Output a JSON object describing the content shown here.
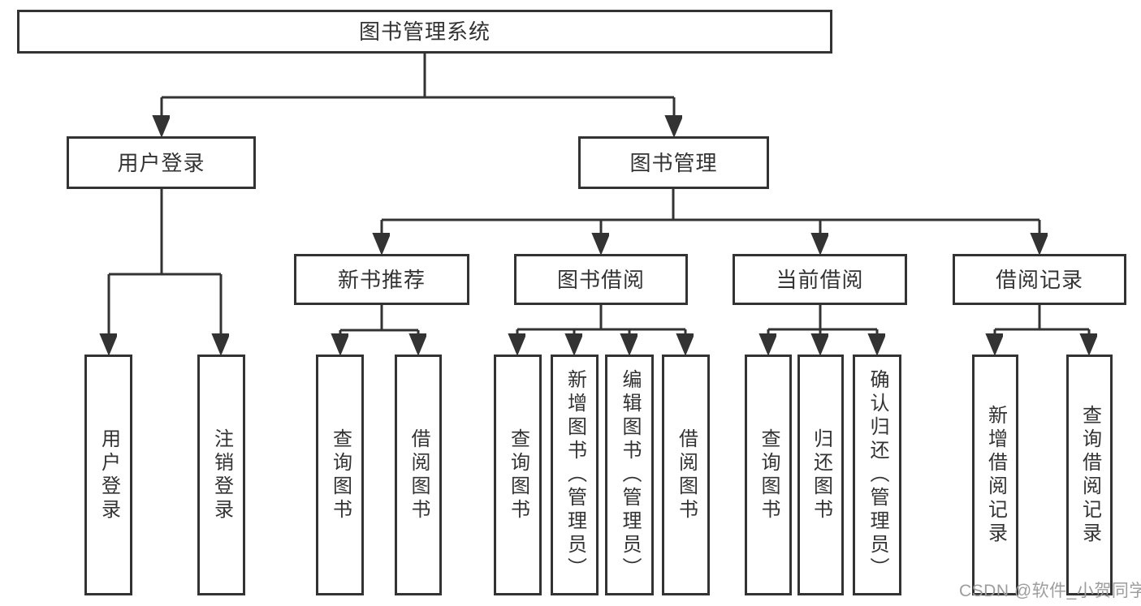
{
  "diagram": {
    "title": "图书管理系统",
    "branches": [
      {
        "label": "用户登录",
        "children": [
          "用户登录",
          "注销登录"
        ]
      },
      {
        "label": "图书管理",
        "sections": [
          {
            "label": "新书推荐",
            "children": [
              "查询图书",
              "借阅图书"
            ]
          },
          {
            "label": "图书借阅",
            "children": [
              "查询图书",
              "新增图书（管理员）",
              "编辑图书（管理员）",
              "借阅图书"
            ]
          },
          {
            "label": "当前借阅",
            "children": [
              "查询图书",
              "归还图书",
              "确认归还（管理员）"
            ]
          },
          {
            "label": "借阅记录",
            "children": [
              "新增借阅记录",
              "查询借阅记录"
            ]
          }
        ]
      }
    ]
  },
  "watermark": {
    "text": "CSDN @软件_小贺同学"
  },
  "colors": {
    "box_border": "#333333",
    "connector_line": "#333333",
    "text": "#333333",
    "watermark": "#9d9d9d",
    "background": "#ffffff"
  }
}
